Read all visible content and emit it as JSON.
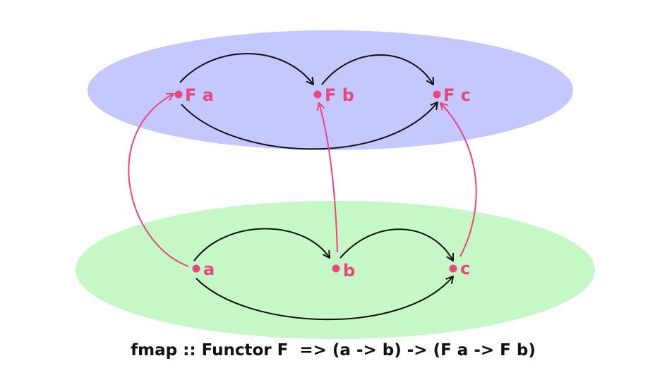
{
  "colors": {
    "top_plane": "#c4c8ff",
    "bottom_plane": "#c6f7c6",
    "node": "#e8467c",
    "mapping_arrow": "#e8467c",
    "morphism_arrow": "#111111",
    "caption": "#111111"
  },
  "top_nodes": [
    {
      "id": "Fa",
      "label": "F a"
    },
    {
      "id": "Fb",
      "label": "F b"
    },
    {
      "id": "Fc",
      "label": "F c"
    }
  ],
  "bottom_nodes": [
    {
      "id": "a",
      "label": "a"
    },
    {
      "id": "b",
      "label": "b"
    },
    {
      "id": "c",
      "label": "c"
    }
  ],
  "caption": "fmap :: Functor F  => (a -> b) -> (F a -> F b)"
}
